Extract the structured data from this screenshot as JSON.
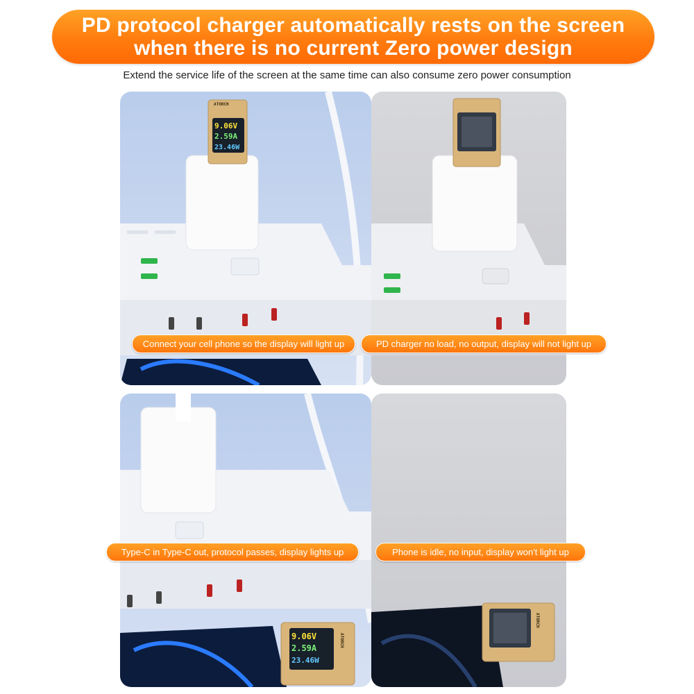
{
  "banner": {
    "line1": "PD protocol charger automatically rests on the screen",
    "line2": "when there is no current Zero power design"
  },
  "subtitle": "Extend the service life of the screen at the same time can also consume zero power consumption",
  "meter": {
    "brand": "ATORCH",
    "voltage": "9.06V",
    "current": "2.59A",
    "power": "23.46W"
  },
  "panels": [
    {
      "caption": "Connect your cell phone so the display will light up",
      "state": "lit"
    },
    {
      "caption": "PD charger no load, no output, display will not light up",
      "state": "off"
    },
    {
      "caption": "Type-C in Type-C out, protocol passes, display lights up",
      "state": "lit"
    },
    {
      "caption": "Phone is idle, no input, display won't light up",
      "state": "off"
    }
  ],
  "colors": {
    "accent": "#ff7c0e",
    "screen_voltage": "#ffe23a",
    "screen_current": "#7cf07a",
    "screen_power": "#62c8ff",
    "meter_gold": "#d9b57a"
  }
}
